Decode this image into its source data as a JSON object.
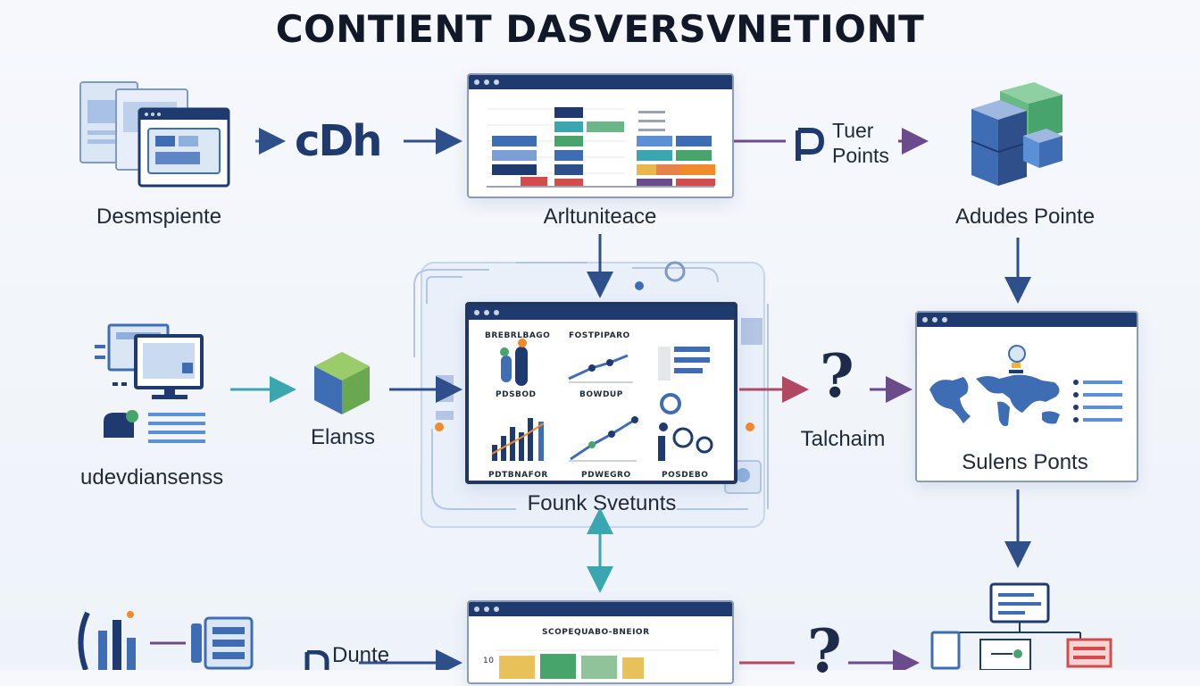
{
  "title": "CONTIENT DASVERSVNETIONT",
  "colors": {
    "navy": "#1e3a6e",
    "blue": "#3f6db3",
    "teal": "#3aa7b0",
    "green": "#47a46a",
    "purple": "#6a4c8c",
    "orange": "#f08a2a",
    "red": "#d34b4b"
  },
  "top_row": {
    "left_label": "Desmspiente",
    "logo_text": "cDh",
    "center_label": "Arltuniteace",
    "tier_text_1": "Tuer",
    "tier_text_2": "Points",
    "right_label": "Adudes Pointe"
  },
  "middle_row": {
    "left_label": "udevdiansenss",
    "cube_label": "Elanss",
    "hub_label": "Founk Svetunts",
    "hub_panels": {
      "p1_title": "BREBRLBAGO",
      "p2_title": "FOSTPIPARO",
      "p1_sub": "PDSBOD",
      "p2_sub": "BOWDUP",
      "b1_sub": "PDTBNAFOR",
      "b2_sub": "PDWEGRO",
      "b3_sub": "POSDEBO"
    },
    "question_label": "Talchaim",
    "map_label": "Sulens Ponts"
  },
  "bottom_row": {
    "d_label": "Dunte",
    "window_title": "SCOPEQUABO-BNEIOR",
    "window_scale": "10"
  },
  "icons": [
    "document-stack-icon",
    "monitor-icon",
    "cube-icon",
    "blocks-icon",
    "world-map-icon",
    "question-icon",
    "flowchart-icon",
    "server-icon"
  ]
}
